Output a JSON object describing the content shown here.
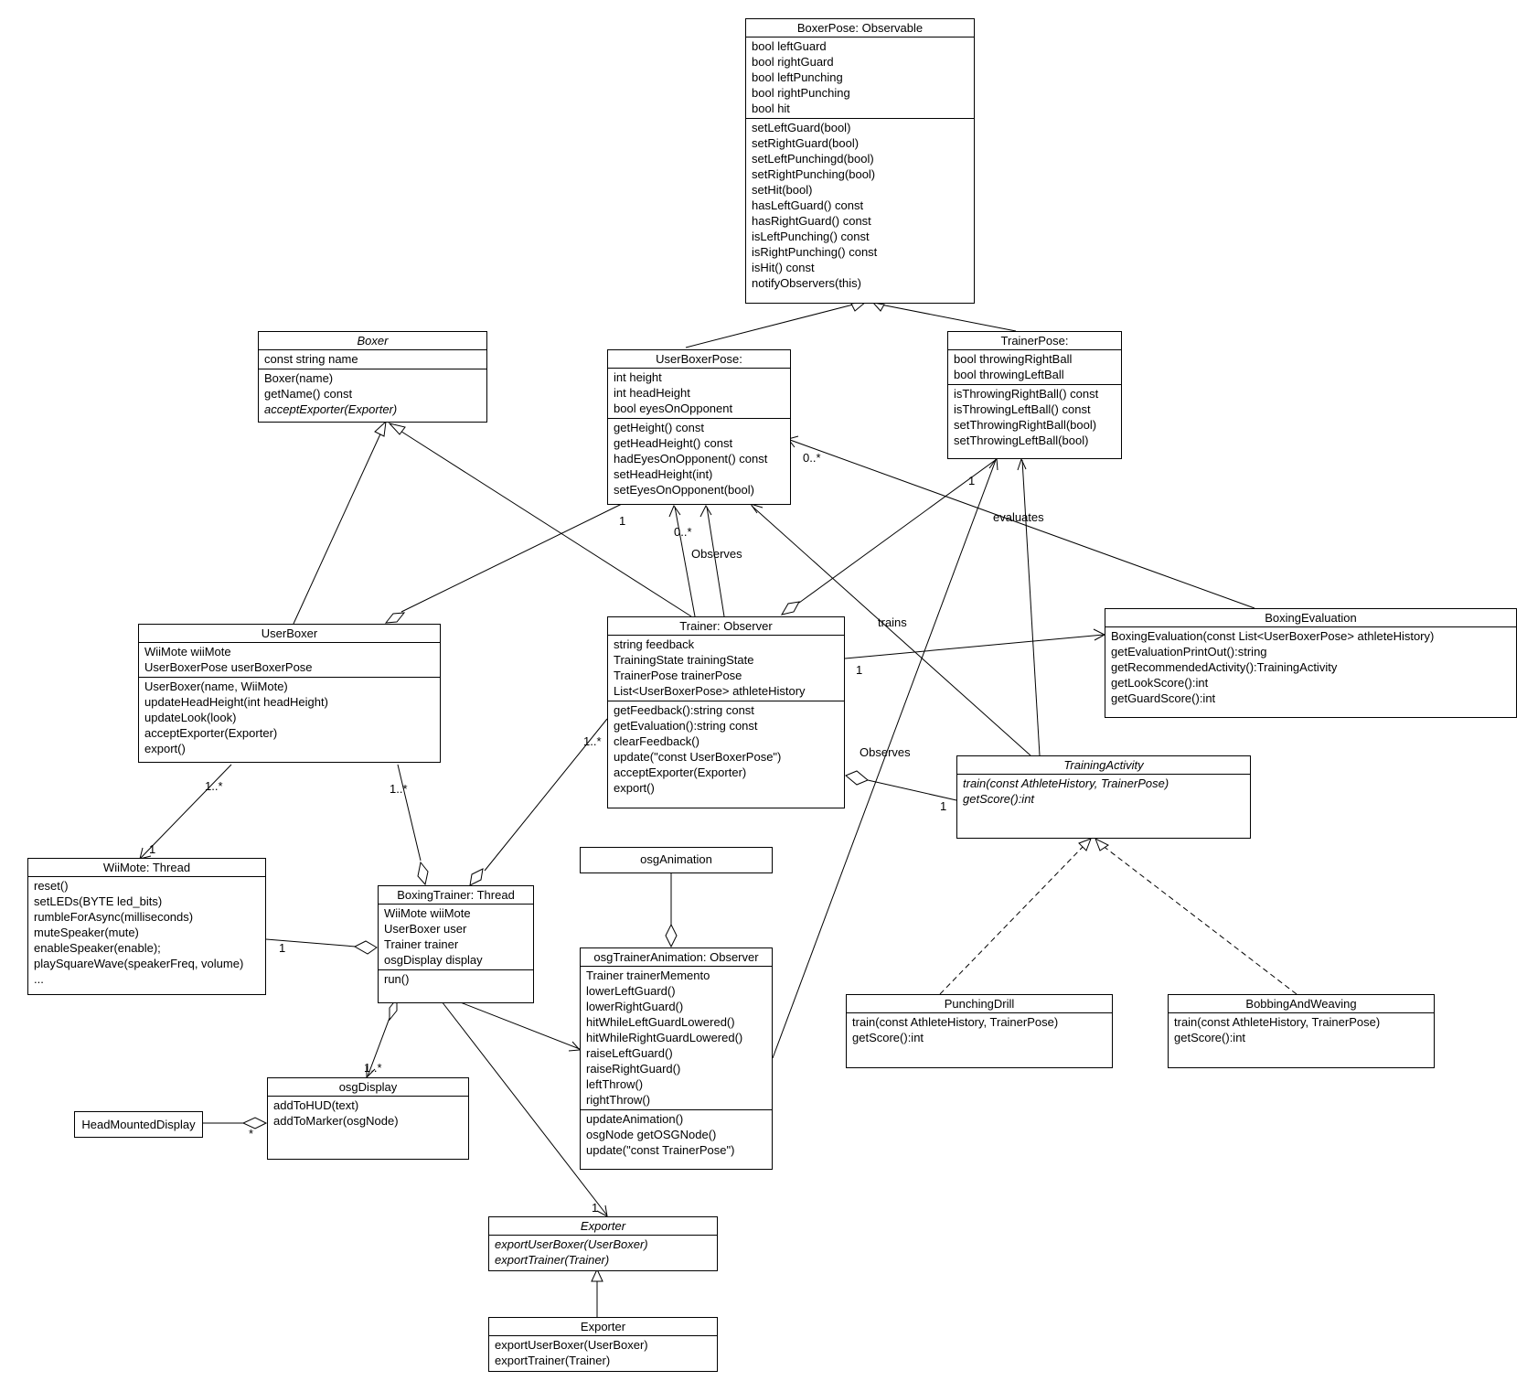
{
  "classes": {
    "boxer_pose": {
      "title": "BoxerPose: Observable",
      "attributes": [
        "bool leftGuard",
        "bool rightGuard",
        "bool leftPunching",
        "bool rightPunching",
        "bool hit"
      ],
      "methods": [
        "setLeftGuard(bool)",
        "setRightGuard(bool)",
        "setLeftPunchingd(bool)",
        "setRightPunching(bool)",
        "setHit(bool)",
        "hasLeftGuard() const",
        "hasRightGuard() const",
        "isLeftPunching() const",
        "isRightPunching() const",
        "isHit() const",
        "notifyObservers(this)"
      ]
    },
    "boxer": {
      "title": "Boxer",
      "attributes": [
        "const string name"
      ],
      "methods": [
        "Boxer(name)",
        "getName() const",
        "acceptExporter(Exporter)"
      ]
    },
    "user_boxer_pose": {
      "title": "UserBoxerPose:",
      "attributes": [
        "int height",
        "int headHeight",
        "bool eyesOnOpponent"
      ],
      "methods": [
        "getHeight() const",
        "getHeadHeight() const",
        "hadEyesOnOpponent() const",
        "setHeadHeight(int)",
        "setEyesOnOpponent(bool)"
      ]
    },
    "trainer_pose": {
      "title": "TrainerPose:",
      "attributes": [
        "bool throwingRightBall",
        "bool throwingLeftBall"
      ],
      "methods": [
        "isThrowingRightBall() const",
        "isThrowingLeftBall() const",
        "setThrowingRightBall(bool)",
        "setThrowingLeftBall(bool)"
      ]
    },
    "user_boxer": {
      "title": "UserBoxer",
      "attributes": [
        "WiiMote wiiMote",
        "UserBoxerPose userBoxerPose"
      ],
      "methods": [
        "UserBoxer(name, WiiMote)",
        "updateHeadHeight(int headHeight)",
        "updateLook(look)",
        "acceptExporter(Exporter)",
        "export()"
      ]
    },
    "trainer": {
      "title": "Trainer: Observer",
      "attributes": [
        "string feedback",
        "TrainingState trainingState",
        "TrainerPose trainerPose",
        "List<UserBoxerPose> athleteHistory"
      ],
      "methods": [
        "getFeedback():string const",
        "getEvaluation():string const",
        "clearFeedback()",
        "update(\"const UserBoxerPose\")",
        "acceptExporter(Exporter)",
        "export()"
      ]
    },
    "boxing_evaluation": {
      "title": "BoxingEvaluation",
      "methods": [
        "BoxingEvaluation(const List<UserBoxerPose> athleteHistory)",
        "getEvaluationPrintOut():string",
        "getRecommendedActivity():TrainingActivity",
        "getLookScore():int",
        "getGuardScore():int"
      ]
    },
    "training_activity": {
      "title": "TrainingActivity",
      "methods": [
        "train(const AthleteHistory, TrainerPose)",
        "getScore():int"
      ]
    },
    "wiimote": {
      "title": "WiiMote: Thread",
      "methods": [
        "reset()",
        "setLEDs(BYTE led_bits)",
        "rumbleForAsync(milliseconds)",
        "muteSpeaker(mute)",
        "enableSpeaker(enable);",
        "playSquareWave(speakerFreq, volume)",
        "..."
      ]
    },
    "boxing_trainer": {
      "title": "BoxingTrainer: Thread",
      "attributes": [
        "WiiMote wiiMote",
        "UserBoxer user",
        "Trainer trainer",
        "osgDisplay display"
      ],
      "methods": [
        "run()"
      ]
    },
    "osg_animation": {
      "title": "osgAnimation"
    },
    "osg_trainer_animation": {
      "title": "osgTrainerAnimation: Observer",
      "attributes": [
        "Trainer trainerMemento",
        "lowerLeftGuard()",
        "lowerRightGuard()",
        "hitWhileLeftGuardLowered()",
        "hitWhileRightGuardLowered()",
        "raiseLeftGuard()",
        "raiseRightGuard()",
        "leftThrow()",
        "rightThrow()"
      ],
      "methods": [
        "updateAnimation()",
        "osgNode getOSGNode()",
        "update(\"const TrainerPose\")"
      ]
    },
    "punching_drill": {
      "title": "PunchingDrill",
      "methods": [
        "train(const AthleteHistory, TrainerPose)",
        "getScore():int"
      ]
    },
    "bobbing_and_weaving": {
      "title": "BobbingAndWeaving",
      "methods": [
        "train(const AthleteHistory, TrainerPose)",
        "getScore():int"
      ]
    },
    "osg_display": {
      "title": "osgDisplay",
      "methods": [
        "addToHUD(text)",
        "addToMarker(osgNode)"
      ]
    },
    "head_mounted_display": {
      "title": "HeadMountedDisplay"
    },
    "exporter_abstract": {
      "title": "Exporter",
      "methods": [
        "exportUserBoxer(UserBoxer)",
        "exportTrainer(Trainer)"
      ]
    },
    "exporter_concrete": {
      "title": "Exporter",
      "methods": [
        "exportUserBoxer(UserBoxer)",
        "exportTrainer(Trainer)"
      ]
    }
  },
  "labels": {
    "ubp_one": "1",
    "ubp_observed_mult": "0..*",
    "observes_top": "Observes",
    "tp_one": "1",
    "evaluates": "evaluates",
    "ubp_eval_mult": "0..*",
    "trains": "trains",
    "be_one": "1",
    "observes_right": "Observes",
    "ta_one": "1",
    "wm_many": "1..*",
    "wm_one": "1",
    "ub_many": "1..*",
    "tr_many": "1..*",
    "bt_wm_one": "1",
    "disp_many": "1..*",
    "hmd_star": "*",
    "exp_one": "1"
  }
}
